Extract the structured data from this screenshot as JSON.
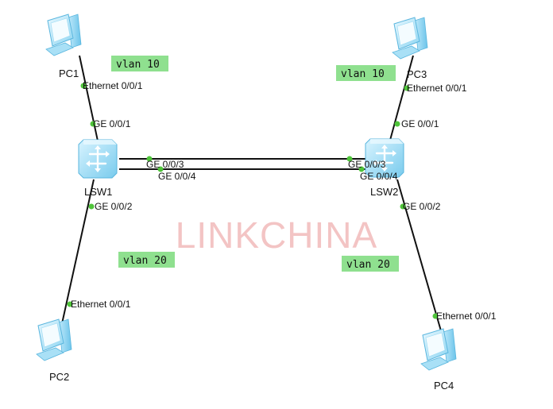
{
  "devices": {
    "pc1": {
      "label": "PC1",
      "icon": "pc-icon"
    },
    "pc2": {
      "label": "PC2",
      "icon": "pc-icon"
    },
    "pc3": {
      "label": "PC3",
      "icon": "pc-icon"
    },
    "pc4": {
      "label": "PC4",
      "icon": "pc-icon"
    },
    "lsw1": {
      "label": "LSW1",
      "icon": "switch-icon"
    },
    "lsw2": {
      "label": "LSW2",
      "icon": "switch-icon"
    }
  },
  "ports": {
    "pc1_eth": "Ethernet 0/0/1",
    "lsw1_ge1": "GE 0/0/1",
    "lsw1_ge2": "GE 0/0/2",
    "lsw1_ge3": "GE 0/0/3",
    "lsw1_ge4": "GE 0/0/4",
    "pc2_eth": "Ethernet 0/0/1",
    "pc3_eth": "Ethernet 0/0/1",
    "lsw2_ge1": "GE 0/0/1",
    "lsw2_ge2": "GE 0/0/2",
    "lsw2_ge3": "GE 0/0/3",
    "lsw2_ge4": "GE 0/0/4",
    "pc4_eth": "Ethernet 0/0/1"
  },
  "vlans": {
    "left_top": "vlan 10",
    "right_top": "vlan 10",
    "left_bottom": "vlan 20",
    "right_bottom": "vlan 20"
  },
  "watermark": "LINKCHINA",
  "colors": {
    "vlan_bg": "#8fe08f",
    "link": "#111111",
    "port_dot": "#4fc43a",
    "device_blue": "#7fcfee",
    "watermark": "#f3c4c4"
  }
}
